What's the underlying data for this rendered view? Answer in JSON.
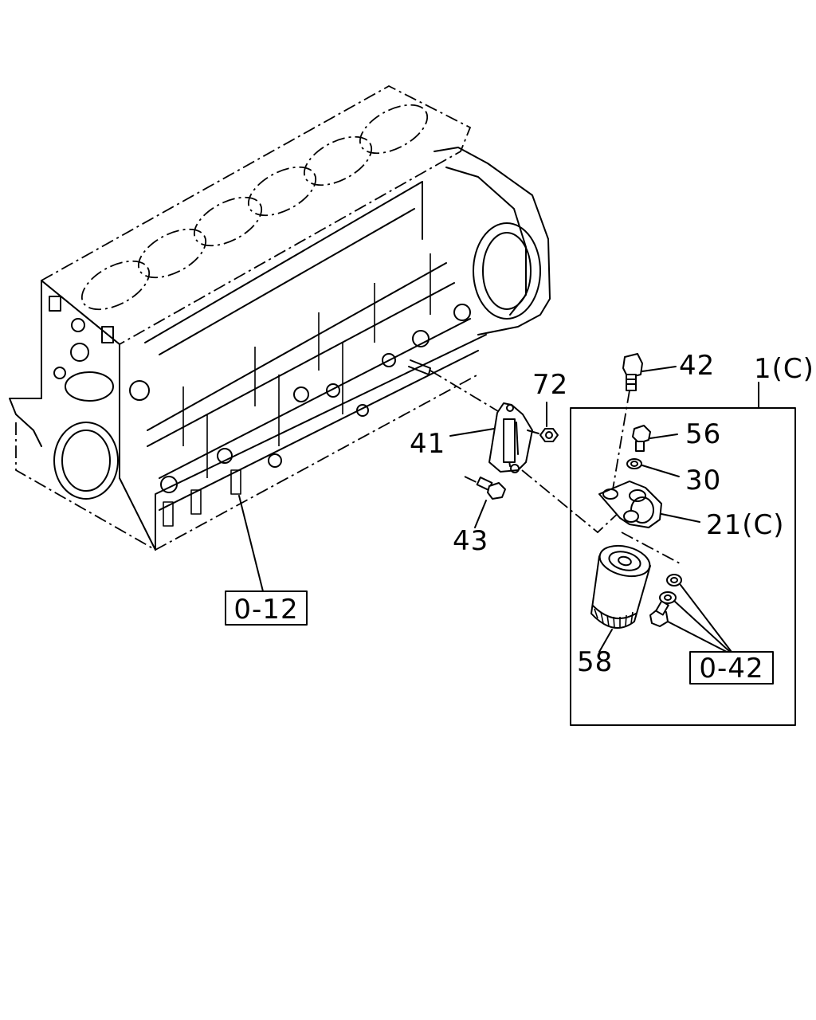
{
  "callouts": {
    "c42": "42",
    "c1c": "1(C)",
    "c72": "72",
    "c56": "56",
    "c41": "41",
    "c30": "30",
    "c21c": "21(C)",
    "c43": "43",
    "c58": "58"
  },
  "refs": {
    "r012": "0-12",
    "r042": "0-42"
  }
}
